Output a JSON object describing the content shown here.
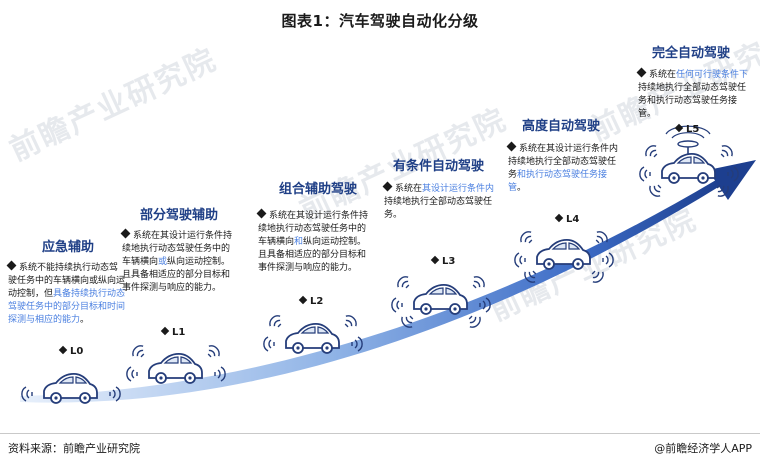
{
  "title": "图表1：汽车驾驶自动化分级",
  "watermark": "前瞻产业研究院",
  "levels": [
    {
      "tag": "L0",
      "title": "应急辅助",
      "desc": [
        {
          "t": "系统不能持续执行动态驾驶任务中的车辆横向或纵向运动控制，但"
        },
        {
          "t": "具备持续执行动态驾驶任务中的部分目标和时间探测与相应的能力",
          "hl": true
        },
        {
          "t": "。"
        }
      ]
    },
    {
      "tag": "L1",
      "title": "部分驾驶辅助",
      "desc": [
        {
          "t": "系统在其设计运行条件持续地执行动态驾驶任务中的车辆横向"
        },
        {
          "t": "或",
          "hl": true
        },
        {
          "t": "纵向运动控制。且具备相适应的部分目标和事件探测与响应的能力。"
        }
      ]
    },
    {
      "tag": "L2",
      "title": "组合辅助驾驶",
      "desc": [
        {
          "t": "系统在其设计运行条件持续地执行动态驾驶任务中的车辆横向"
        },
        {
          "t": "和",
          "hl": true
        },
        {
          "t": "纵向运动控制。且具备相适应的部分目标和事件探测与响应的能力。"
        }
      ]
    },
    {
      "tag": "L3",
      "title": "有条件自动驾驶",
      "desc": [
        {
          "t": "系统在"
        },
        {
          "t": "其设计运行条件内",
          "hl": true
        },
        {
          "t": "持续地执行全部动态驾驶任务。"
        }
      ]
    },
    {
      "tag": "L4",
      "title": "高度自动驾驶",
      "desc": [
        {
          "t": "系统在其设计运行条件内持续地执行全部动态驾驶任务"
        },
        {
          "t": "和执行动态驾驶任务接管",
          "hl": true
        },
        {
          "t": "。"
        }
      ]
    },
    {
      "tag": "L5",
      "title": "完全自动驾驶",
      "desc": [
        {
          "t": "系统在"
        },
        {
          "t": "任何可行驶条件下",
          "hl": true
        },
        {
          "t": "持续地执行全部动态驾驶任务和执行动态驾驶任务接管。"
        }
      ]
    }
  ],
  "footer": {
    "source": "资料来源：前瞻产业研究院",
    "brand": "@前瞻经济学人APP"
  },
  "colors": {
    "accent_dark": "#1f3f86",
    "highlight": "#4a7fe0",
    "car_stroke": "#253d7a",
    "arrow_light": "#cfe0f6",
    "arrow_dark": "#1d3f8f"
  }
}
